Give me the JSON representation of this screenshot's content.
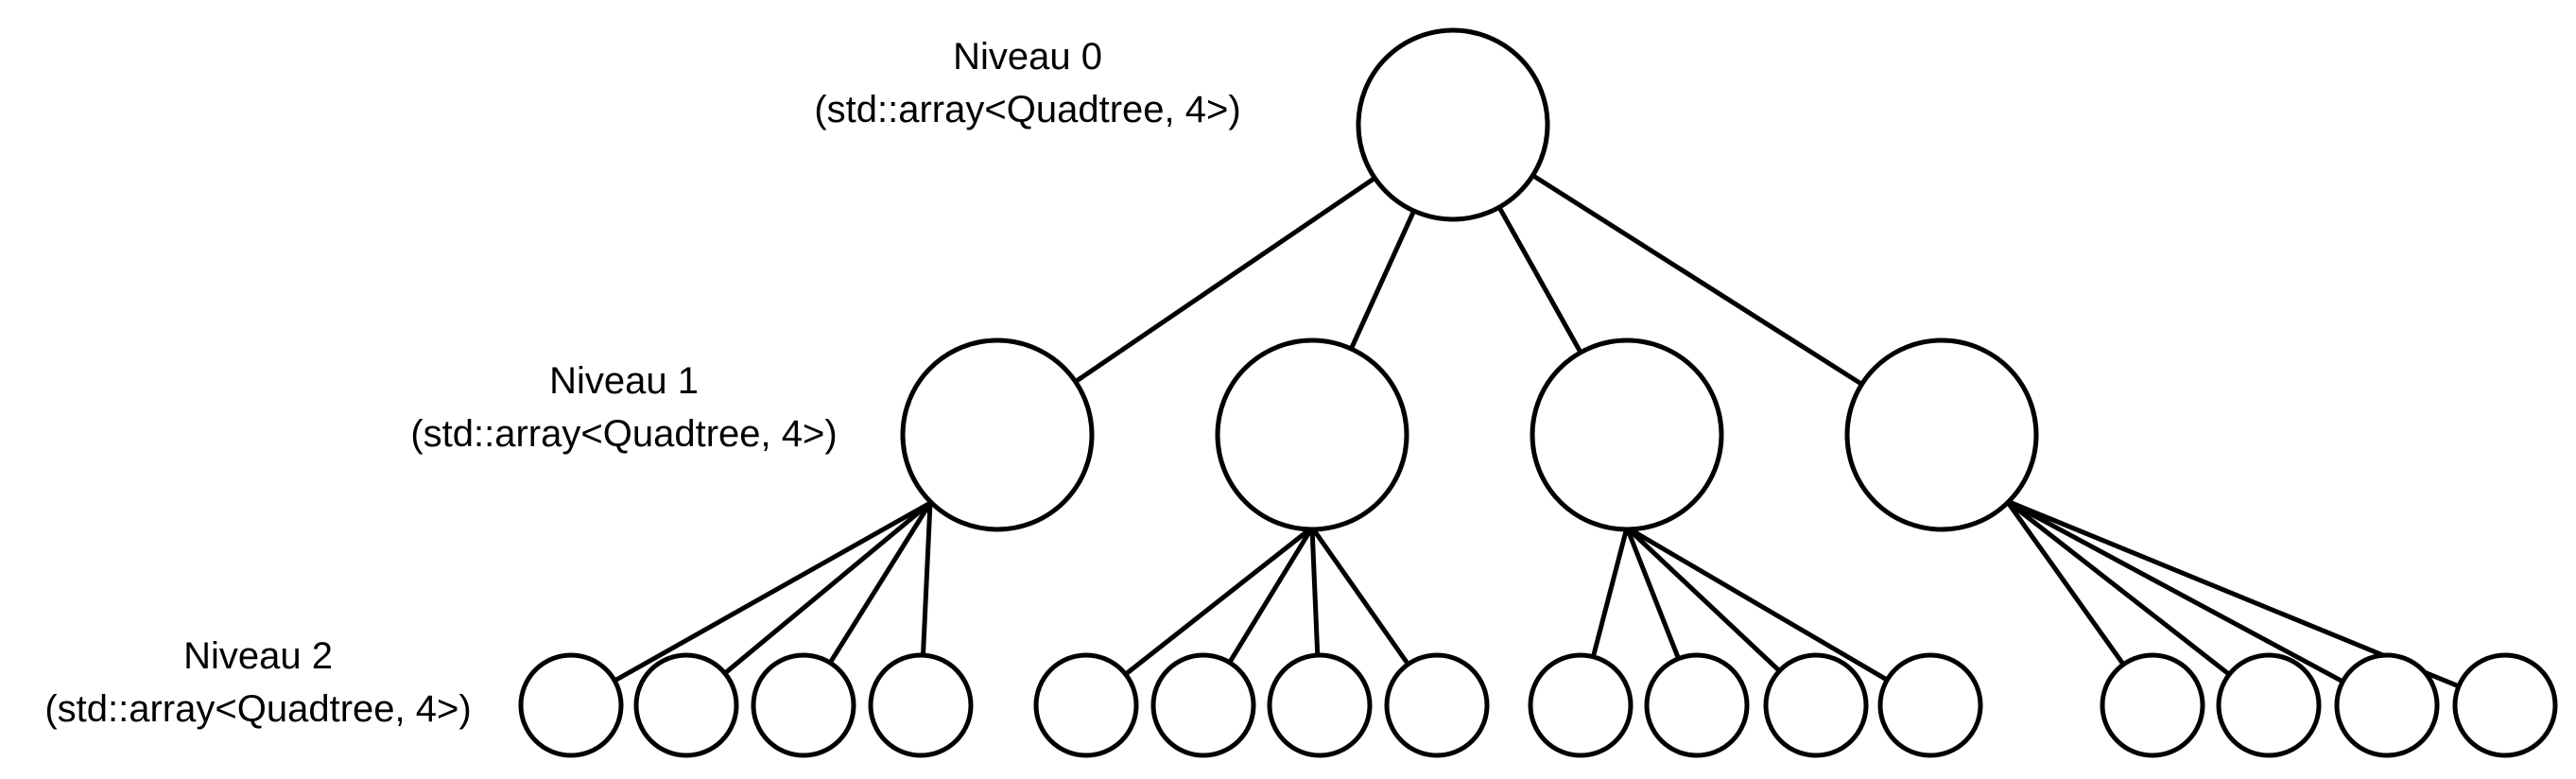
{
  "diagram": {
    "type": "tree",
    "branching": 4,
    "colors": {
      "stroke": "#000000",
      "fill": "#ffffff",
      "background": "#ffffff"
    },
    "levels": [
      {
        "title": "Niveau 0",
        "subtitle": "(std::array<Quadtree, 4>)"
      },
      {
        "title": "Niveau 1",
        "subtitle": "(std::array<Quadtree, 4>)"
      },
      {
        "title": "Niveau 2",
        "subtitle": "(std::array<Quadtree, 4>)"
      }
    ]
  }
}
